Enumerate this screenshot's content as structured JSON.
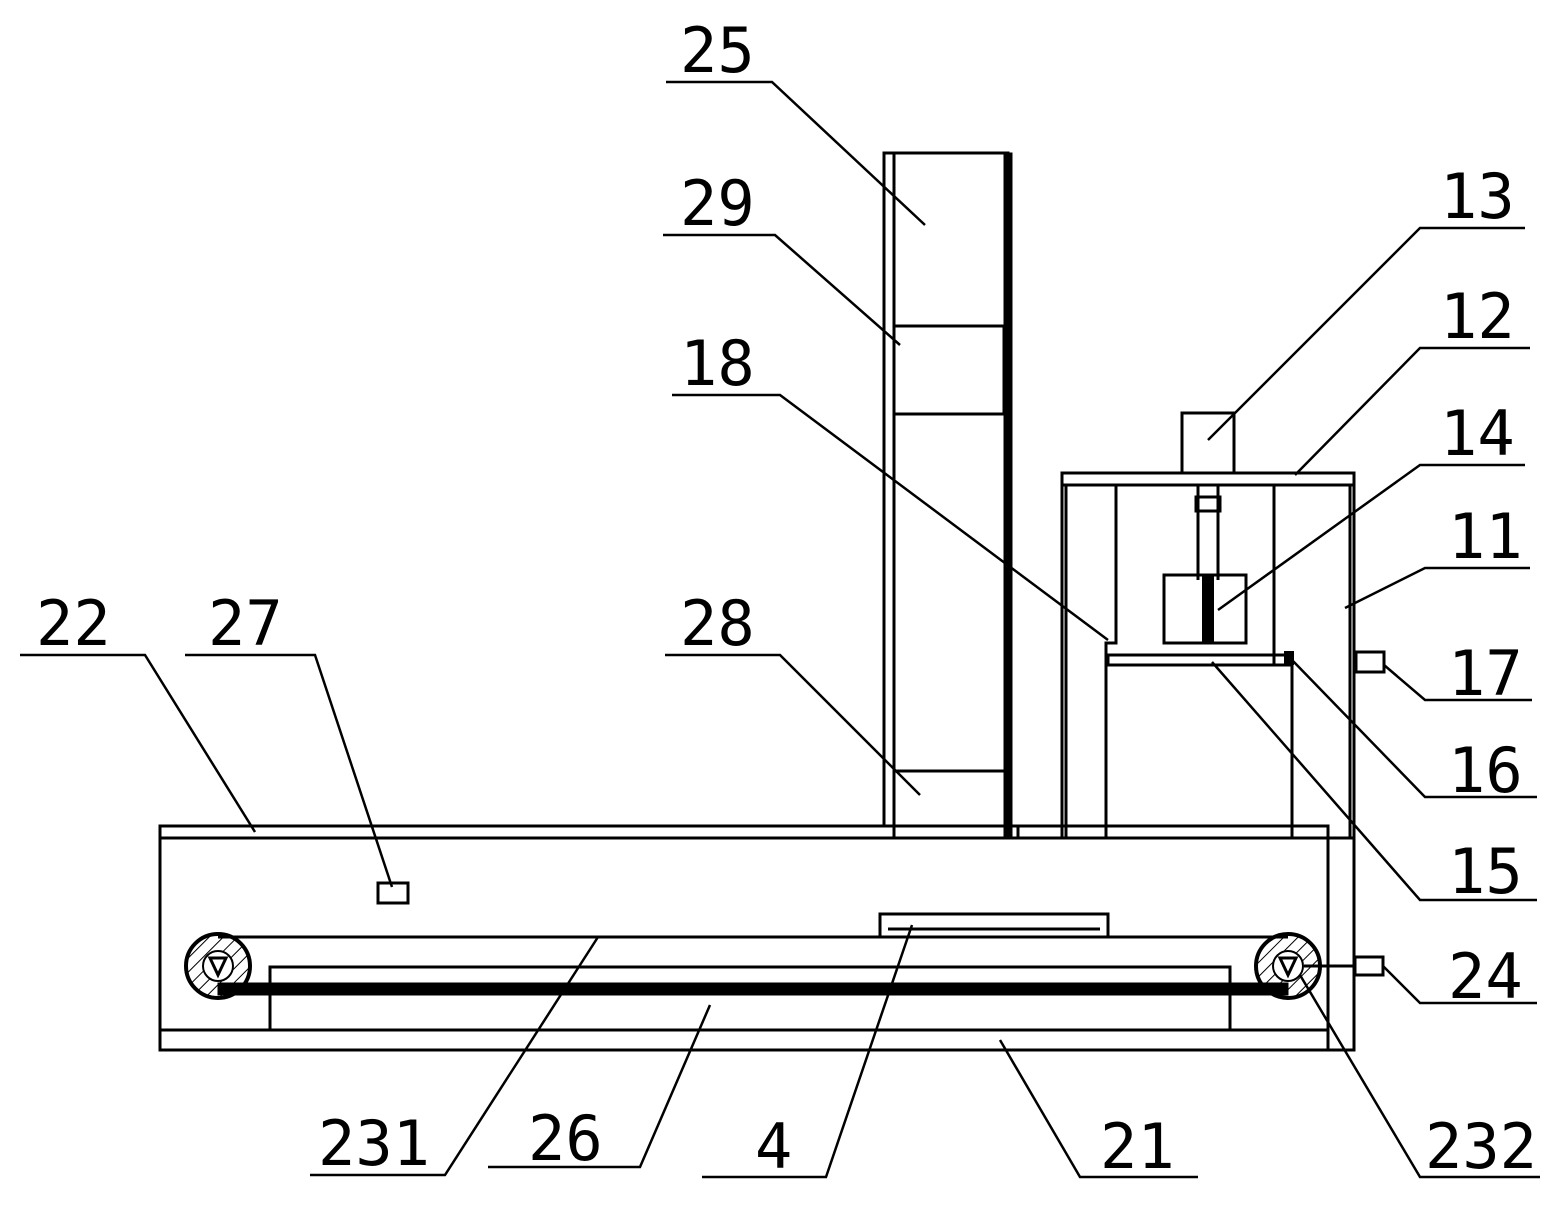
{
  "colors": {
    "line": "#000000",
    "background": "#ffffff"
  },
  "labels": {
    "l4": "4",
    "l11": "11",
    "l12": "12",
    "l13": "13",
    "l14": "14",
    "l15": "15",
    "l16": "16",
    "l17": "17",
    "l18": "18",
    "l21": "21",
    "l22": "22",
    "l24": "24",
    "l25": "25",
    "l26": "26",
    "l27": "27",
    "l28": "28",
    "l29": "29",
    "l231": "231",
    "l232": "232"
  }
}
